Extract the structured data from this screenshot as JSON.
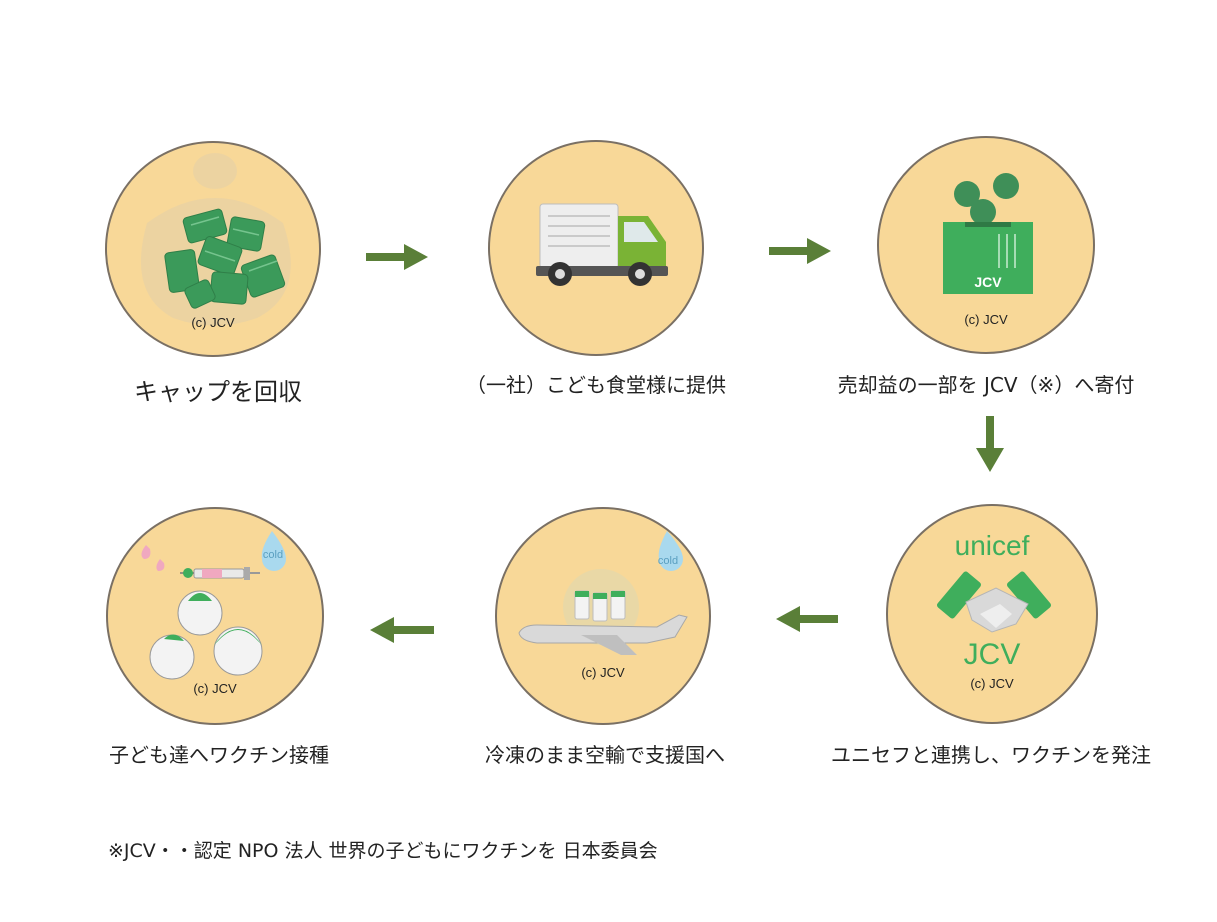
{
  "steps": [
    {
      "caption": "キャップを回収",
      "credit": "(c) JCV"
    },
    {
      "caption": "（一社）こども食堂様に提供"
    },
    {
      "caption": "売却益の一部を JCV（※）へ寄付",
      "credit": "(c) JCV"
    },
    {
      "caption": "ユニセフと連携し、ワクチンを発注",
      "credit": "(c) JCV",
      "logo_top": "unicef",
      "logo_bottom": "JCV"
    },
    {
      "caption": "冷凍のまま空輸で支援国へ",
      "credit": "(c) JCV",
      "tag": "cold"
    },
    {
      "caption": "子ども達へワクチン接種",
      "credit": "(c) JCV",
      "tag": "cold"
    }
  ],
  "box_label": "JCV",
  "footnote": "※JCV・・認定 NPO 法人 世界の子どもにワクチンを 日本委員会",
  "colors": {
    "circle": "#f8d898",
    "arrow": "#5a7f38",
    "green": "#3fae5c",
    "border": "#7a7064"
  },
  "icons": [
    "bottle-caps-bag-icon",
    "delivery-truck-icon",
    "donation-box-icon",
    "handshake-icon",
    "airplane-icon",
    "vaccination-icon"
  ]
}
